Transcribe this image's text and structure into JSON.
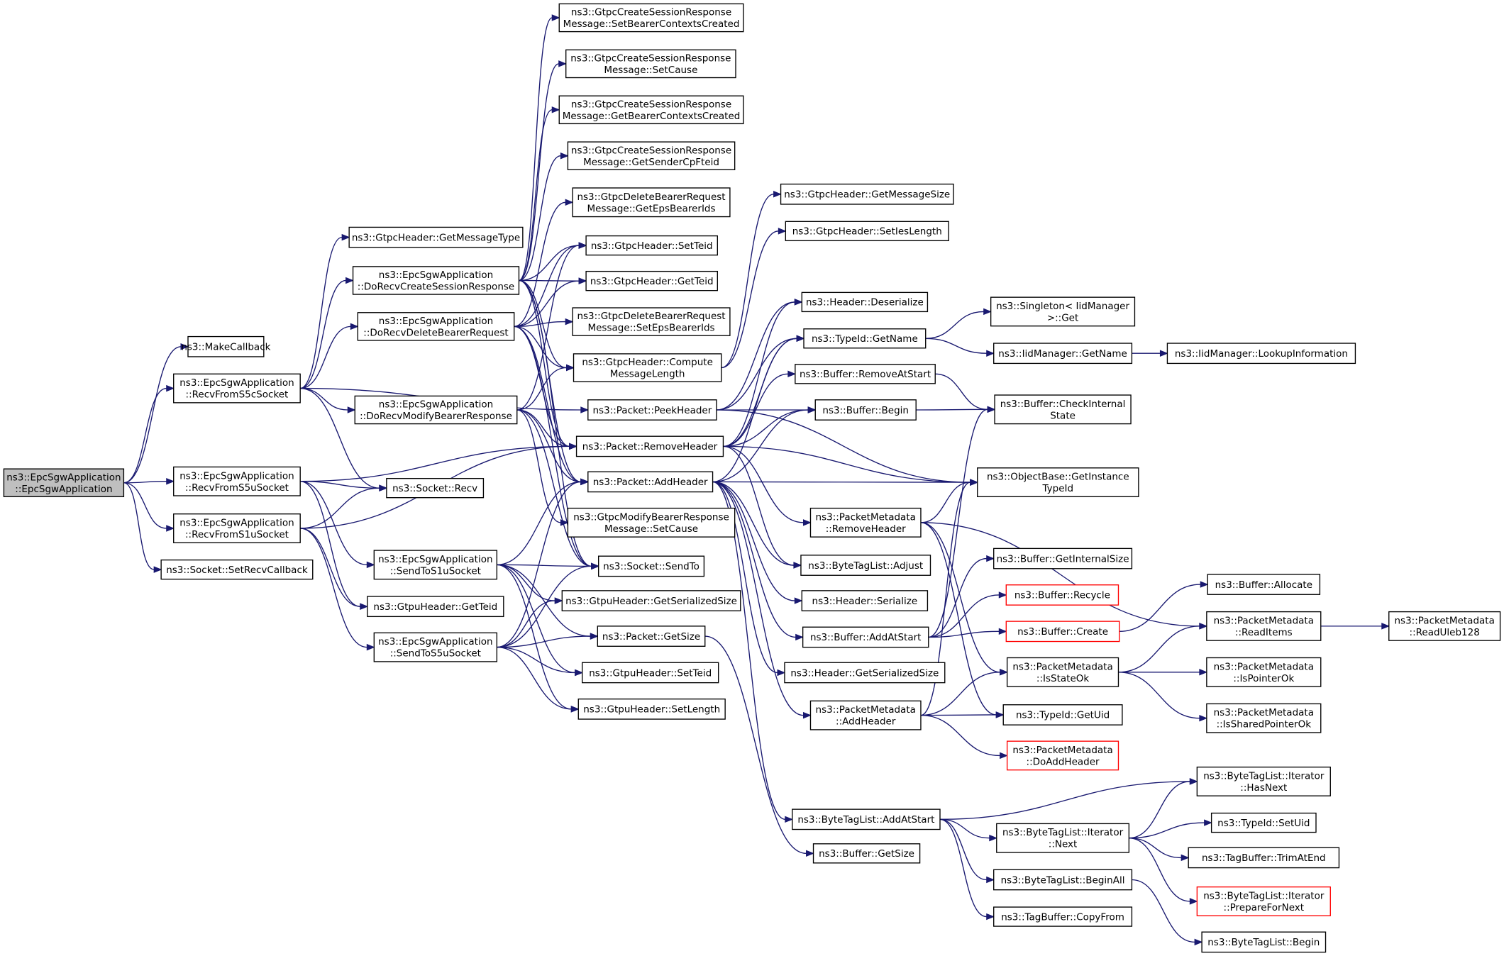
{
  "diagram": {
    "colors": {
      "edge": "#191970",
      "root_fill": "#bfbfbf",
      "truncated_border": "#ff0000",
      "node_border": "#000000"
    },
    "nodes": [
      {
        "id": "root",
        "lines": [
          "ns3::EpcSgwApplication",
          "::EpcSgwApplication"
        ],
        "root": true
      },
      {
        "id": "makecb",
        "lines": [
          "ns3::MakeCallback"
        ]
      },
      {
        "id": "s5c",
        "lines": [
          "ns3::EpcSgwApplication",
          "::RecvFromS5cSocket"
        ]
      },
      {
        "id": "s5u",
        "lines": [
          "ns3::EpcSgwApplication",
          "::RecvFromS5uSocket"
        ]
      },
      {
        "id": "s1u",
        "lines": [
          "ns3::EpcSgwApplication",
          "::RecvFromS1uSocket"
        ]
      },
      {
        "id": "setrecvcb",
        "lines": [
          "ns3::Socket::SetRecvCallback"
        ]
      },
      {
        "id": "gtpcGetMsgType",
        "lines": [
          "ns3::GtpcHeader::GetMessageType"
        ]
      },
      {
        "id": "doCreate",
        "lines": [
          "ns3::EpcSgwApplication",
          "::DoRecvCreateSessionResponse"
        ]
      },
      {
        "id": "doDelete",
        "lines": [
          "ns3::EpcSgwApplication",
          "::DoRecvDeleteBearerRequest"
        ]
      },
      {
        "id": "doModify",
        "lines": [
          "ns3::EpcSgwApplication",
          "::DoRecvModifyBearerResponse"
        ]
      },
      {
        "id": "recv",
        "lines": [
          "ns3::Socket::Recv"
        ]
      },
      {
        "id": "sendS1u",
        "lines": [
          "ns3::EpcSgwApplication",
          "::SendToS1uSocket"
        ]
      },
      {
        "id": "gtpuGetTeid",
        "lines": [
          "ns3::GtpuHeader::GetTeid"
        ]
      },
      {
        "id": "sendS5u",
        "lines": [
          "ns3::EpcSgwApplication",
          "::SendToS5uSocket"
        ]
      },
      {
        "id": "cs1",
        "lines": [
          "ns3::GtpcCreateSessionResponse",
          "Message::SetBearerContextsCreated"
        ]
      },
      {
        "id": "cs2",
        "lines": [
          "ns3::GtpcCreateSessionResponse",
          "Message::SetCause"
        ]
      },
      {
        "id": "cs3",
        "lines": [
          "ns3::GtpcCreateSessionResponse",
          "Message::GetBearerContextsCreated"
        ]
      },
      {
        "id": "cs4",
        "lines": [
          "ns3::GtpcCreateSessionResponse",
          "Message::GetSenderCpFteid"
        ]
      },
      {
        "id": "db1",
        "lines": [
          "ns3::GtpcDeleteBearerRequest",
          "Message::GetEpsBearerIds"
        ]
      },
      {
        "id": "gtpcSetTeid",
        "lines": [
          "ns3::GtpcHeader::SetTeid"
        ]
      },
      {
        "id": "gtpcGetTeid",
        "lines": [
          "ns3::GtpcHeader::GetTeid"
        ]
      },
      {
        "id": "db2",
        "lines": [
          "ns3::GtpcDeleteBearerRequest",
          "Message::SetEpsBearerIds"
        ]
      },
      {
        "id": "gtpcCompute",
        "lines": [
          "ns3::GtpcHeader::Compute",
          "MessageLength"
        ]
      },
      {
        "id": "peek",
        "lines": [
          "ns3::Packet::PeekHeader"
        ]
      },
      {
        "id": "removeHeader",
        "lines": [
          "ns3::Packet::RemoveHeader"
        ]
      },
      {
        "id": "addHeader",
        "lines": [
          "ns3::Packet::AddHeader"
        ]
      },
      {
        "id": "mb",
        "lines": [
          "ns3::GtpcModifyBearerResponse",
          "Message::SetCause"
        ]
      },
      {
        "id": "sendTo",
        "lines": [
          "ns3::Socket::SendTo"
        ]
      },
      {
        "id": "gtpuGetSerSize",
        "lines": [
          "ns3::GtpuHeader::GetSerializedSize"
        ]
      },
      {
        "id": "pktGetSize",
        "lines": [
          "ns3::Packet::GetSize"
        ]
      },
      {
        "id": "gtpuSetTeid",
        "lines": [
          "ns3::GtpuHeader::SetTeid"
        ]
      },
      {
        "id": "gtpuSetLength",
        "lines": [
          "ns3::GtpuHeader::SetLength"
        ]
      },
      {
        "id": "gtpcGetMsgSize",
        "lines": [
          "ns3::GtpcHeader::GetMessageSize"
        ]
      },
      {
        "id": "gtpcSetIes",
        "lines": [
          "ns3::GtpcHeader::SetIesLength"
        ]
      },
      {
        "id": "hdrDeser",
        "lines": [
          "ns3::Header::Deserialize"
        ]
      },
      {
        "id": "typeidGetName",
        "lines": [
          "ns3::TypeId::GetName"
        ]
      },
      {
        "id": "bufRemoveAtStart",
        "lines": [
          "ns3::Buffer::RemoveAtStart"
        ]
      },
      {
        "id": "bufBegin",
        "lines": [
          "ns3::Buffer::Begin"
        ]
      },
      {
        "id": "pmRemoveHeader",
        "lines": [
          "ns3::PacketMetadata",
          "::RemoveHeader"
        ]
      },
      {
        "id": "btlAdjust",
        "lines": [
          "ns3::ByteTagList::Adjust"
        ]
      },
      {
        "id": "hdrSerialize",
        "lines": [
          "ns3::Header::Serialize"
        ]
      },
      {
        "id": "bufAddAtStart",
        "lines": [
          "ns3::Buffer::AddAtStart"
        ]
      },
      {
        "id": "hdrGetSerSize",
        "lines": [
          "ns3::Header::GetSerializedSize"
        ]
      },
      {
        "id": "pmAddHeader",
        "lines": [
          "ns3::PacketMetadata",
          "::AddHeader"
        ]
      },
      {
        "id": "btlAddAtStart",
        "lines": [
          "ns3::ByteTagList::AddAtStart"
        ]
      },
      {
        "id": "bufGetSize",
        "lines": [
          "ns3::Buffer::GetSize"
        ]
      },
      {
        "id": "singletonGet",
        "lines": [
          "ns3::Singleton< IidManager",
          "&gt;::Get"
        ]
      },
      {
        "id": "iidGetName",
        "lines": [
          "ns3::IidManager::GetName"
        ]
      },
      {
        "id": "bufCheckInternal",
        "lines": [
          "ns3::Buffer::CheckInternal",
          "State"
        ]
      },
      {
        "id": "objGetInstance",
        "lines": [
          "ns3::ObjectBase::GetInstance",
          "TypeId"
        ]
      },
      {
        "id": "bufGetInternalSize",
        "lines": [
          "ns3::Buffer::GetInternalSize"
        ]
      },
      {
        "id": "bufRecycle",
        "lines": [
          "ns3::Buffer::Recycle"
        ],
        "truncated": true
      },
      {
        "id": "bufCreate",
        "lines": [
          "ns3::Buffer::Create"
        ],
        "truncated": true
      },
      {
        "id": "pmIsStateOk",
        "lines": [
          "ns3::PacketMetadata",
          "::IsStateOk"
        ]
      },
      {
        "id": "typeidGetUid",
        "lines": [
          "ns3::TypeId::GetUid"
        ]
      },
      {
        "id": "pmDoAddHeader",
        "lines": [
          "ns3::PacketMetadata",
          "::DoAddHeader"
        ],
        "truncated": true
      },
      {
        "id": "btliNext",
        "lines": [
          "ns3::ByteTagList::Iterator",
          "::Next"
        ]
      },
      {
        "id": "btlBeginAll",
        "lines": [
          "ns3::ByteTagList::BeginAll"
        ]
      },
      {
        "id": "tbCopyFrom",
        "lines": [
          "ns3::TagBuffer::CopyFrom"
        ]
      },
      {
        "id": "iidLookup",
        "lines": [
          "ns3::IidManager::LookupInformation"
        ]
      },
      {
        "id": "bufAllocate",
        "lines": [
          "ns3::Buffer::Allocate"
        ]
      },
      {
        "id": "pmReadItems",
        "lines": [
          "ns3::PacketMetadata",
          "::ReadItems"
        ]
      },
      {
        "id": "pmIsPointerOk",
        "lines": [
          "ns3::PacketMetadata",
          "::IsPointerOk"
        ]
      },
      {
        "id": "pmIsSharedPointerOk",
        "lines": [
          "ns3::PacketMetadata",
          "::IsSharedPointerOk"
        ]
      },
      {
        "id": "btliHasNext",
        "lines": [
          "ns3::ByteTagList::Iterator",
          "::HasNext"
        ]
      },
      {
        "id": "typeidSetUid",
        "lines": [
          "ns3::TypeId::SetUid"
        ]
      },
      {
        "id": "tbTrimAtEnd",
        "lines": [
          "ns3::TagBuffer::TrimAtEnd"
        ]
      },
      {
        "id": "btliPrepare",
        "lines": [
          "ns3::ByteTagList::Iterator",
          "::PrepareForNext"
        ],
        "truncated": true
      },
      {
        "id": "btlBegin",
        "lines": [
          "ns3::ByteTagList::Begin"
        ]
      },
      {
        "id": "pmReadUleb",
        "lines": [
          "ns3::PacketMetadata",
          "::ReadUleb128"
        ]
      }
    ]
  }
}
